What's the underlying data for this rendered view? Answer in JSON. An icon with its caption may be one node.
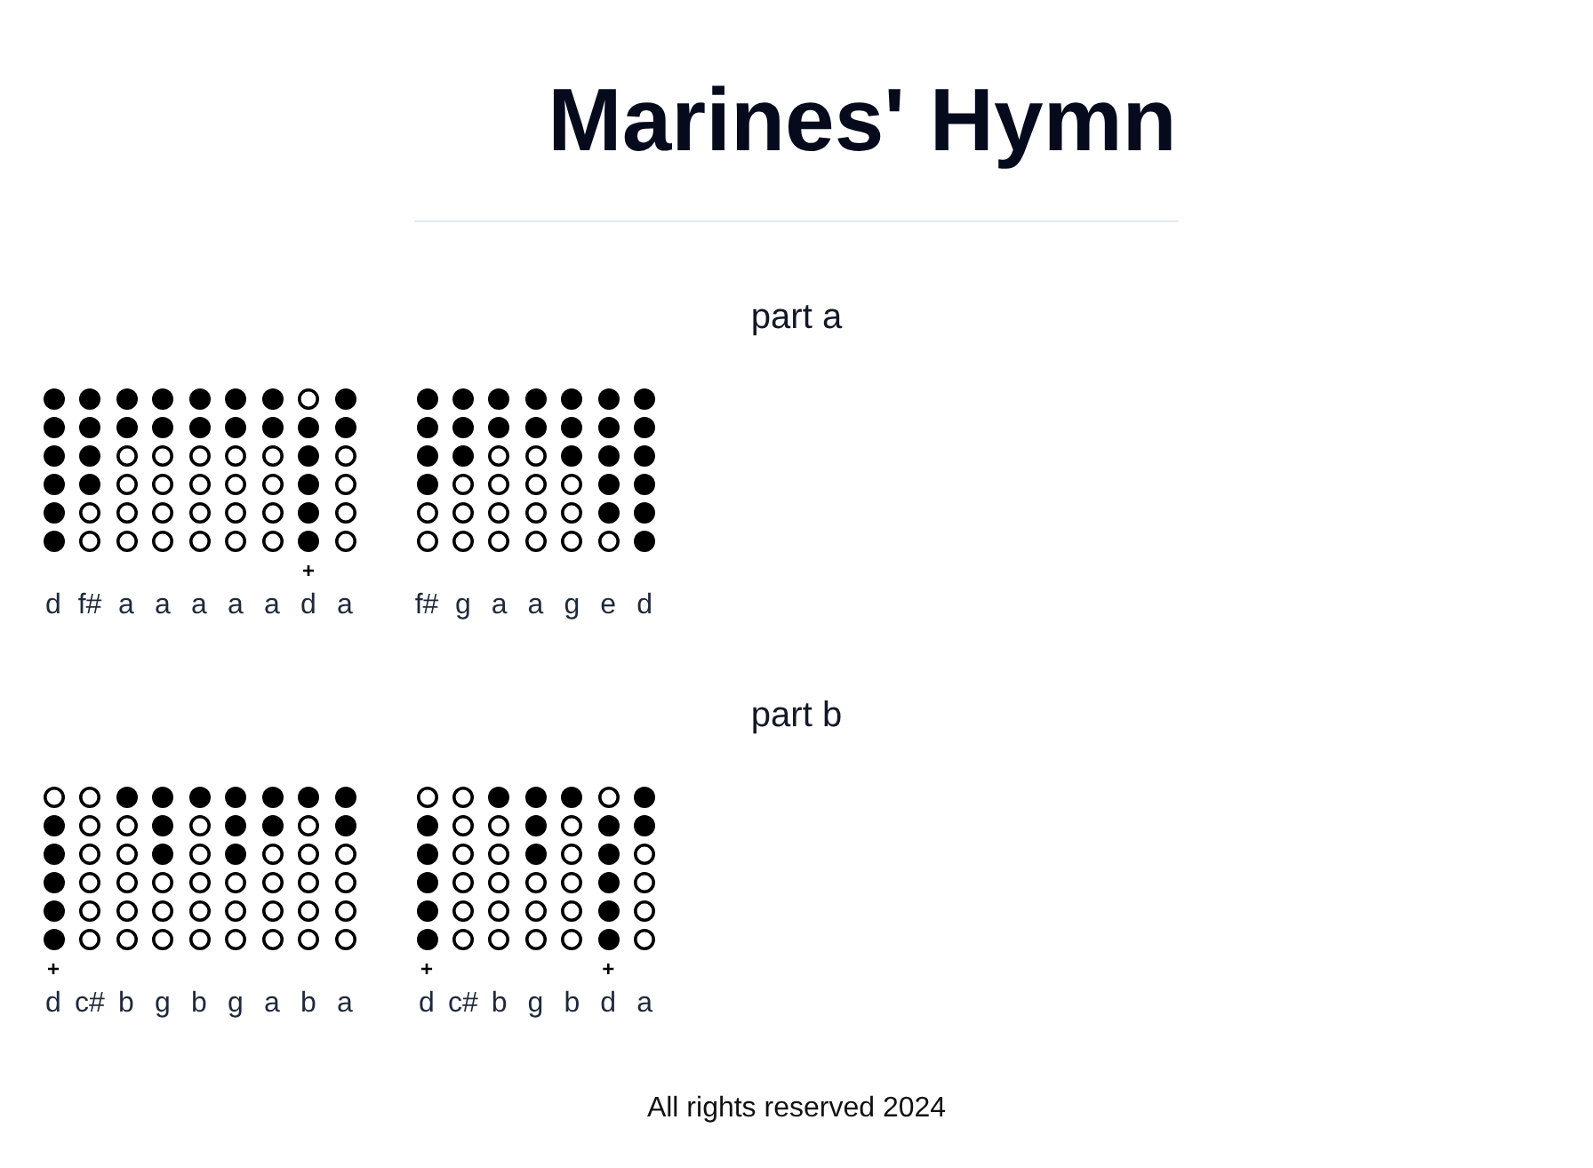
{
  "diagram": {
    "title": "Marines' Hymn",
    "labels": [
      "part a",
      "+",
      "d",
      "f#",
      "a",
      "a",
      "a",
      "a",
      "a",
      "d",
      "a",
      "f#",
      "g",
      "a",
      "a",
      "g",
      "e",
      "d",
      "part b",
      "+",
      "+",
      "+",
      "d",
      "c#",
      "b",
      "g",
      "b",
      "g",
      "a",
      "b",
      "a",
      "d",
      "c#",
      "b",
      "g",
      "b",
      "d",
      "a",
      "All rights reserved 2024"
    ]
  }
}
